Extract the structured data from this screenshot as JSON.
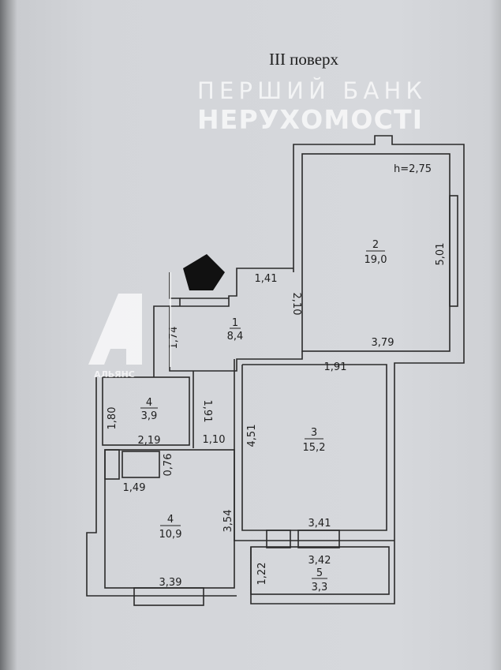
{
  "title": "III поверх",
  "ceiling_height": "h=2,75",
  "rooms": [
    {
      "number": "1",
      "area": "8,4"
    },
    {
      "number": "2",
      "area": "19,0"
    },
    {
      "number": "3",
      "area": "15,2"
    },
    {
      "number": "4",
      "area": "3,9"
    },
    {
      "number": "4",
      "area": "10,9"
    },
    {
      "number": "5",
      "area": "3,3"
    }
  ],
  "dimensions": {
    "d141": "1,41",
    "d210": "2,10",
    "d174": "1,74",
    "d379": "3,79",
    "d501": "5,01",
    "d191a": "1,91",
    "d451": "4,51",
    "d341": "3,41",
    "d342": "3,42",
    "d122": "1,22",
    "d180": "1,80",
    "d219": "2,19",
    "d191b": "1,91",
    "d110": "1,10",
    "d076": "0,76",
    "d149": "1,49",
    "d354": "3,54",
    "d339": "3,39"
  },
  "watermark": {
    "line1": "ПЕРШИЙ БАНК",
    "line2": "НЕРУХОМОСТІ",
    "logo_text": "АЛЬЯНС"
  }
}
